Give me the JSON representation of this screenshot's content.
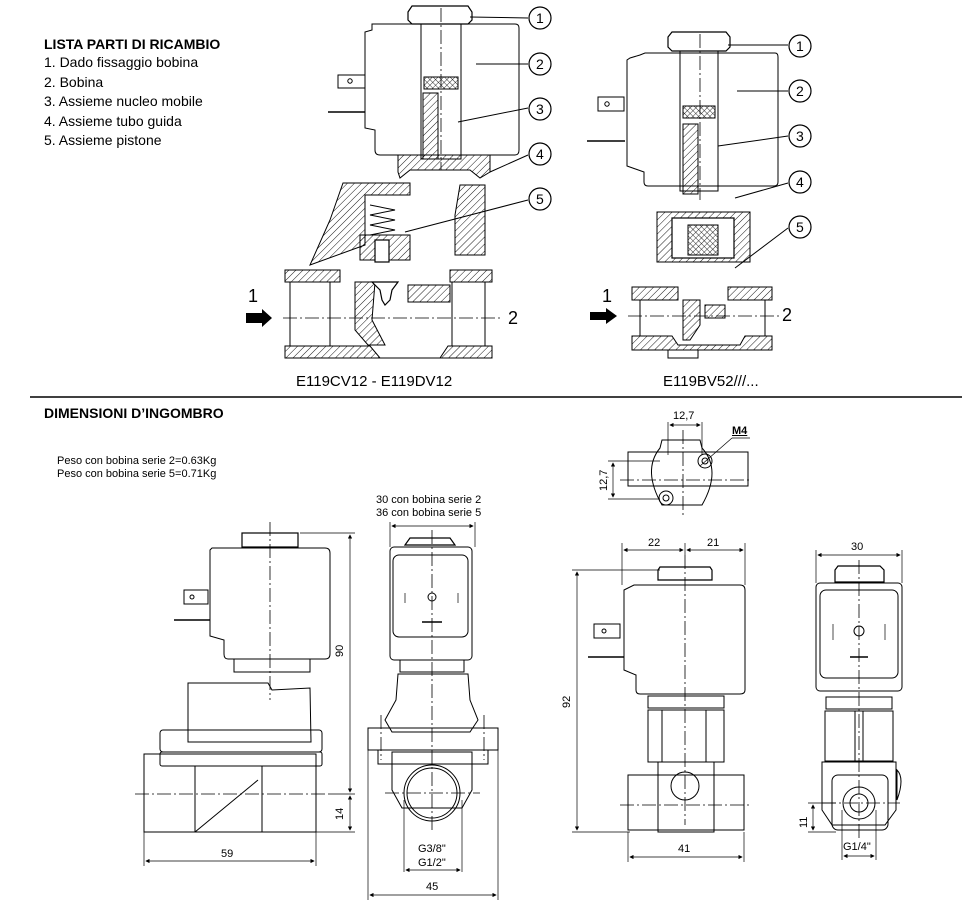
{
  "spare_parts": {
    "title": "LISTA PARTI DI RICAMBIO",
    "items": [
      "1. Dado fissaggio bobina",
      "2. Bobina",
      "3. Assieme nucleo mobile",
      "4. Assieme tubo guida",
      "5. Assieme pistone"
    ]
  },
  "section_views": [
    {
      "caption": "E119CV12 - E119DV12",
      "port_in": "1",
      "port_out": "2",
      "callouts": [
        "1",
        "2",
        "3",
        "4",
        "5"
      ]
    },
    {
      "caption": "E119BV52///...",
      "port_in": "1",
      "port_out": "2",
      "callouts": [
        "1",
        "2",
        "3",
        "4",
        "5"
      ]
    }
  ],
  "dimensions": {
    "title": "DIMENSIONI D’INGOMBRO",
    "weights": [
      "Peso con bobina serie 2=0.63Kg",
      "Peso con bobina serie 5=0.71Kg"
    ],
    "coil_width_notes": [
      "30 con bobina serie 2",
      "36 con bobina serie 5"
    ],
    "valve_a": {
      "height": "90",
      "axis_height": "14",
      "length": "59",
      "width": "45",
      "thread_1": "G3/8\"",
      "thread_2": "G1/2\""
    },
    "valve_b": {
      "mount_spacing_x": "12,7",
      "mount_spacing_y": "12,7",
      "mount_thread": "M4",
      "left_offset": "22",
      "right_offset": "21",
      "height": "92",
      "length": "41",
      "coil_width": "30",
      "axis_height": "11",
      "thread": "G1/4\""
    }
  },
  "colors": {
    "ink": "#000000",
    "background": "#ffffff"
  }
}
